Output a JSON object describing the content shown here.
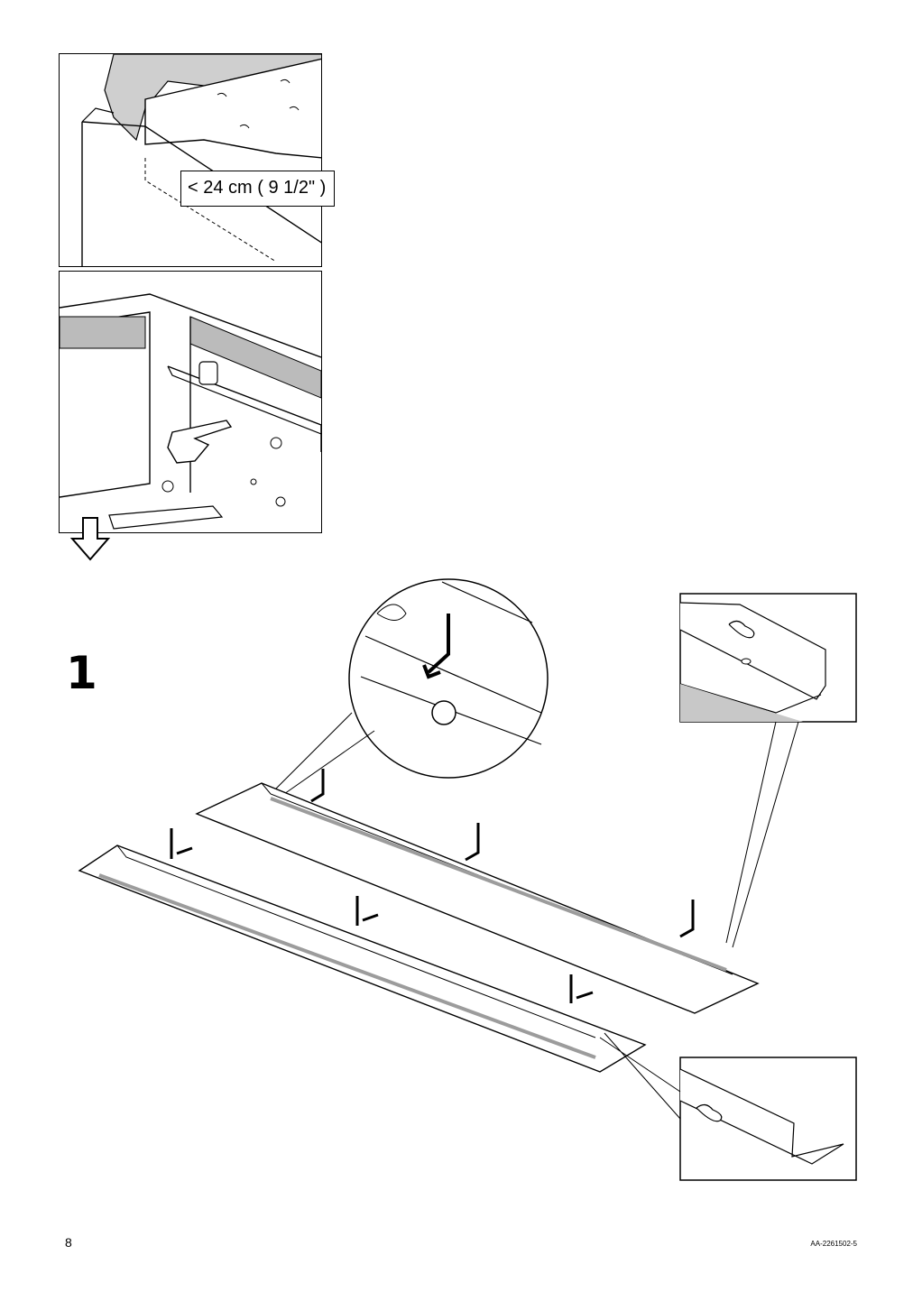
{
  "measurement_label": "< 24 cm ( 9 1/2\" )",
  "step_number": "1",
  "page_number": "8",
  "document_id": "AA-2261502-5"
}
